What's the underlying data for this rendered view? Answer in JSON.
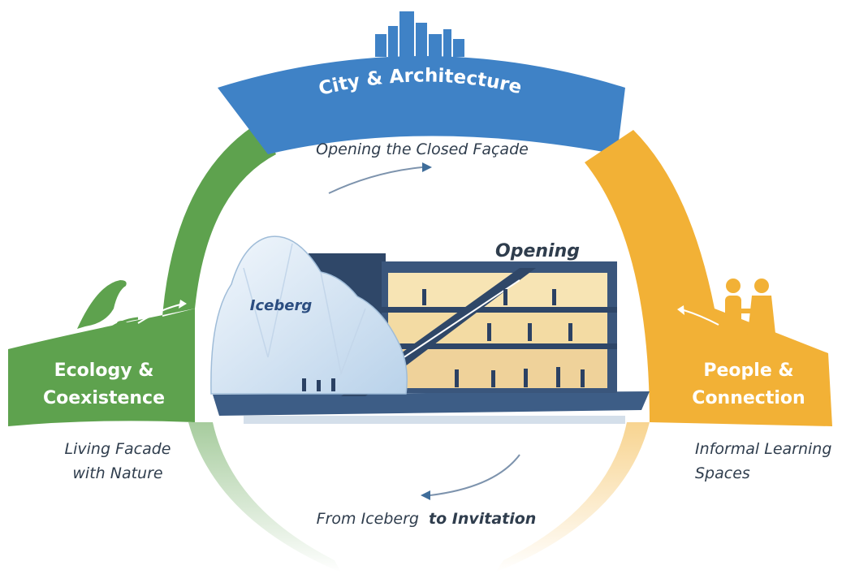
{
  "segments": {
    "top": {
      "label": "City & Architecture"
    },
    "left": {
      "label_line1": "Ecology &",
      "label_line2": "Coexistence"
    },
    "right": {
      "label_line1": "People &",
      "label_line2": "Connection"
    }
  },
  "captions": {
    "top": "Opening the Closed Façade",
    "bottom_prefix": "From Iceberg",
    "bottom_emphasis": "to Invitation"
  },
  "building": {
    "iceberg_label": "Iceberg",
    "opening_label": "Opening"
  },
  "side_notes": {
    "left_line1": "Living Facade",
    "left_line2": "with Nature",
    "right_line1": "Informal Learning",
    "right_line2": "Spaces"
  },
  "colors": {
    "top_segment": "#3f82c6",
    "left_segment": "#5ea24e",
    "right_segment": "#f2b136",
    "text_dark": "#2f3d4d",
    "iceberg": "#dce9f5",
    "glass": "#f7e4b4"
  },
  "icons": [
    "skyline-icon",
    "bird-on-branch-icon",
    "people-handshake-icon"
  ]
}
